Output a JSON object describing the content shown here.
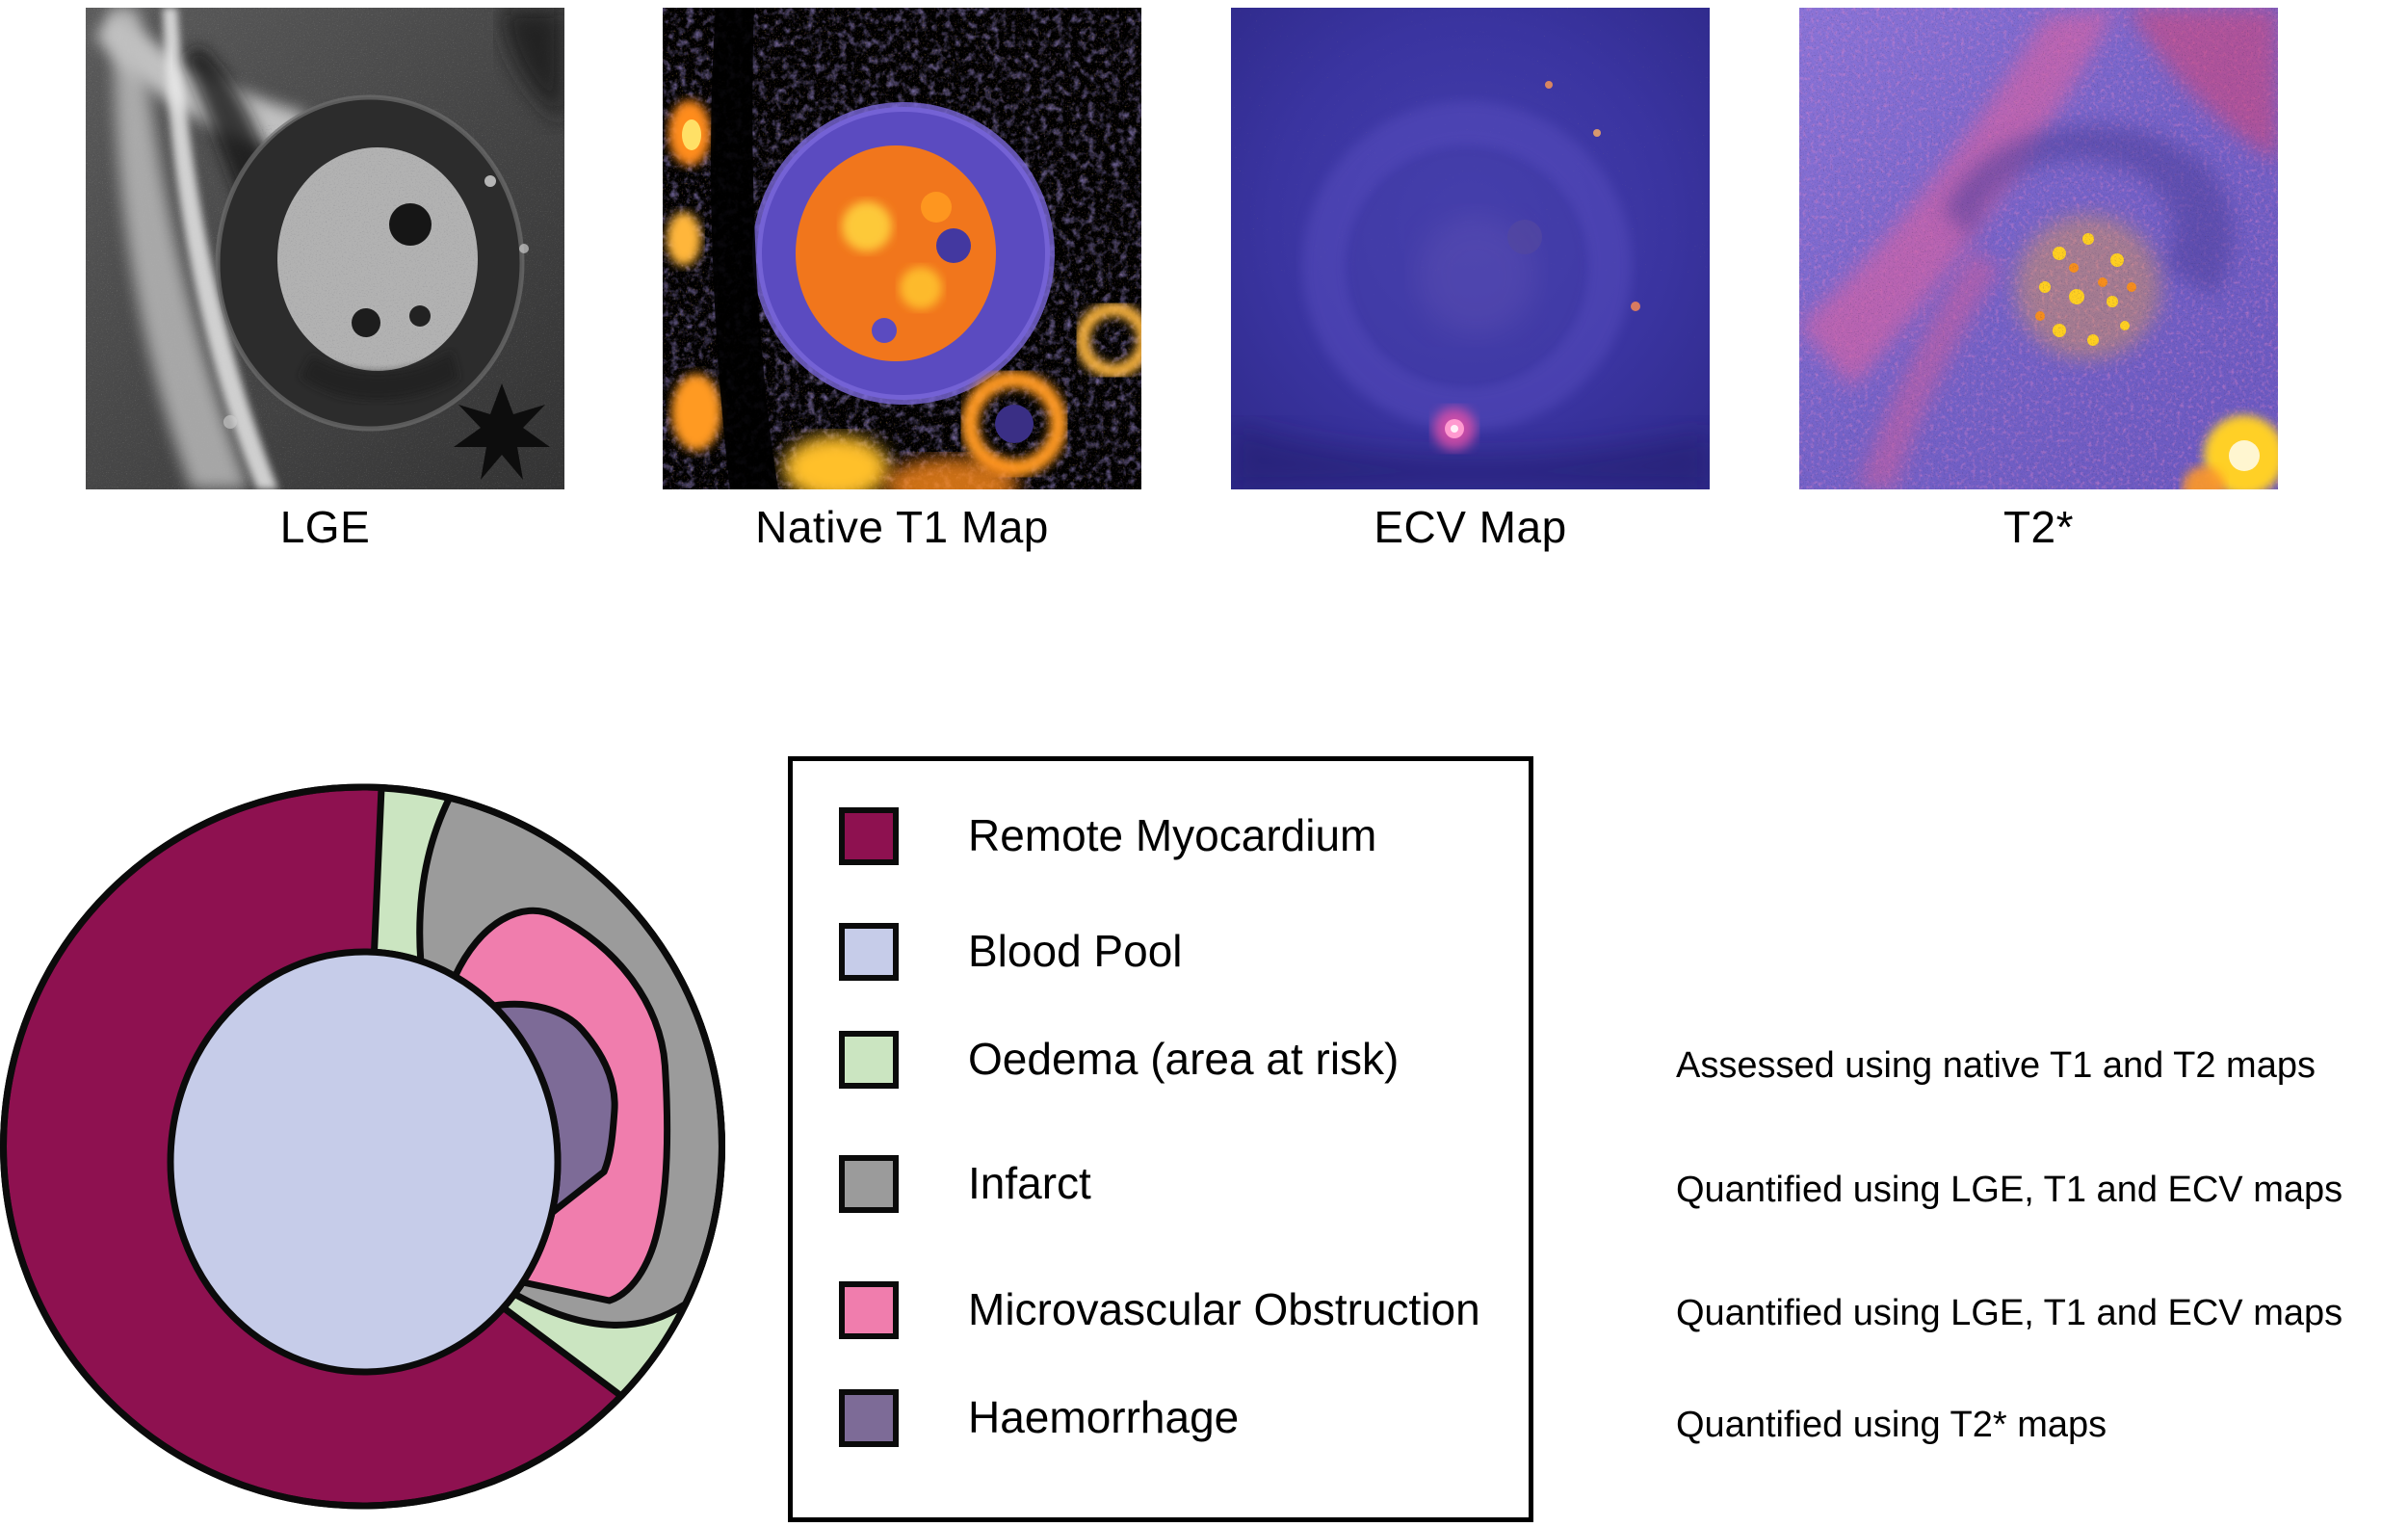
{
  "figure": {
    "panels": [
      {
        "label": "LGE"
      },
      {
        "label": "Native T1 Map"
      },
      {
        "label": "ECV Map"
      },
      {
        "label": "T2*"
      }
    ],
    "legend": {
      "items": [
        {
          "label": "Remote Myocardium",
          "color": "#8E1150",
          "annotation": ""
        },
        {
          "label": "Blood Pool",
          "color": "#C6CCE9",
          "annotation": ""
        },
        {
          "label": "Oedema (area at risk)",
          "color": "#CBE5C1",
          "annotation": "Assessed using native T1 and T2 maps"
        },
        {
          "label": "Infarct",
          "color": "#9B9B9B",
          "annotation": "Quantified using LGE, T1 and ECV maps"
        },
        {
          "label": "Microvascular Obstruction",
          "color": "#F07DAD",
          "annotation": "Quantified using LGE, T1 and ECV maps"
        },
        {
          "label": "Haemorrhage",
          "color": "#7D6B97",
          "annotation": "Quantified using T2* maps"
        }
      ],
      "outline_color": "#0B0B0B"
    }
  }
}
